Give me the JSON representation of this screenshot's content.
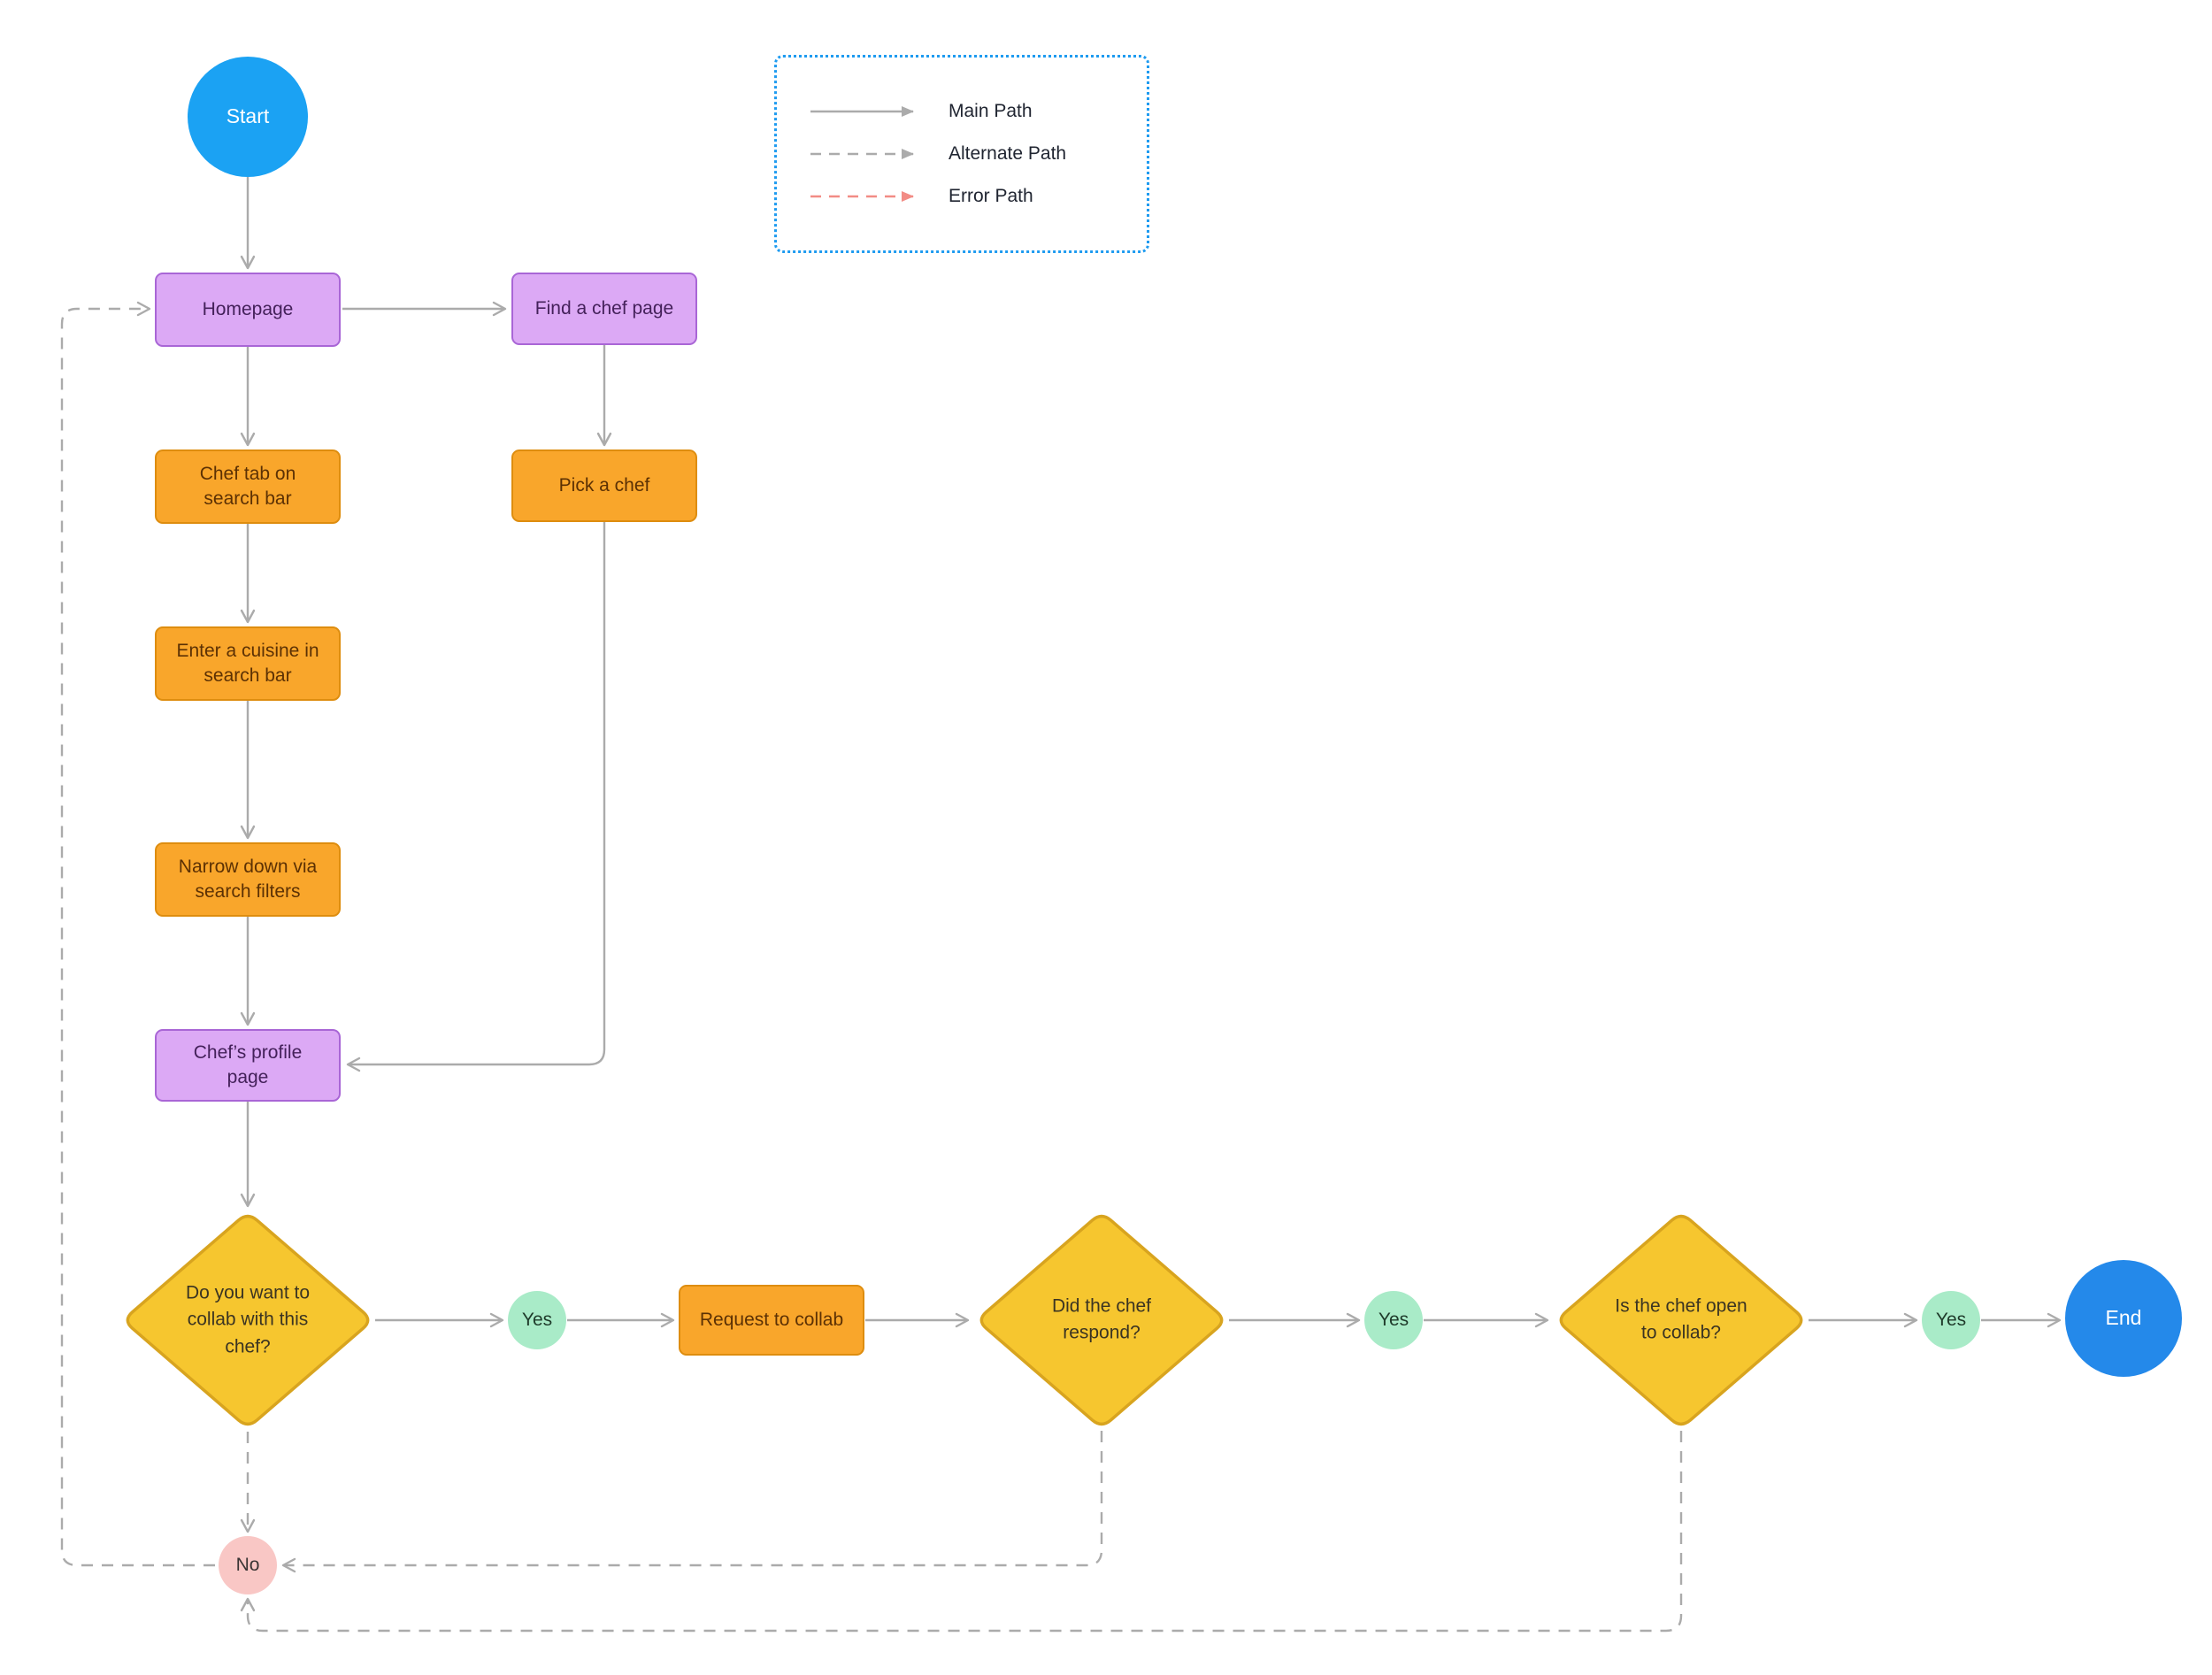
{
  "diagram": {
    "type": "flowchart",
    "background": "#ffffff"
  },
  "nodes": {
    "start": {
      "label": "Start",
      "shape": "circle",
      "color": "#1BA2F3"
    },
    "homepage": {
      "label": "Homepage",
      "shape": "rect",
      "color": "#DCA9F5"
    },
    "find_chef_page": {
      "label": "Find a chef page",
      "shape": "rect",
      "color": "#DCA9F5"
    },
    "chef_tab": {
      "label": "Chef tab on search bar",
      "shape": "rect",
      "color": "#F9A62B"
    },
    "pick_chef": {
      "label": "Pick a chef",
      "shape": "rect",
      "color": "#F9A62B"
    },
    "enter_cuisine": {
      "label": "Enter a cuisine in search bar",
      "shape": "rect",
      "color": "#F9A62B"
    },
    "narrow_down": {
      "label": "Narrow down via search filters",
      "shape": "rect",
      "color": "#F9A62B"
    },
    "profile_page": {
      "label": "Chef’s profile page",
      "shape": "rect",
      "color": "#DCA9F5"
    },
    "decision_collab": {
      "label": "Do you want to collab with this chef?",
      "shape": "diamond",
      "color": "#F6C62F"
    },
    "yes1": {
      "label": "Yes",
      "shape": "circle",
      "color": "#A9EBC8"
    },
    "request_collab": {
      "label": "Request to collab",
      "shape": "rect",
      "color": "#F9A62B"
    },
    "decision_respond": {
      "label": "Did the chef respond?",
      "shape": "diamond",
      "color": "#F6C62F"
    },
    "yes2": {
      "label": "Yes",
      "shape": "circle",
      "color": "#A9EBC8"
    },
    "decision_open": {
      "label": "Is the chef open to collab?",
      "shape": "diamond",
      "color": "#F6C62F"
    },
    "yes3": {
      "label": "Yes",
      "shape": "circle",
      "color": "#A9EBC8"
    },
    "no": {
      "label": "No",
      "shape": "circle",
      "color": "#F9C7C5"
    },
    "end": {
      "label": "End",
      "shape": "circle",
      "color": "#2489EA"
    }
  },
  "legend": {
    "items": [
      {
        "label": "Main Path",
        "style": "solid",
        "color": "#ABABAB"
      },
      {
        "label": "Alternate Path",
        "style": "dashed",
        "color": "#ABABAB"
      },
      {
        "label": "Error Path",
        "style": "dashed",
        "color": "#F28C85"
      }
    ],
    "border_color": "#1E9BF0"
  },
  "colors": {
    "connector_gray": "#ABABAB",
    "error_red": "#F28C85",
    "page_purple_fill": "#DCA9F5",
    "page_purple_border": "#A966D6",
    "action_orange_fill": "#F9A62B",
    "action_orange_border": "#DE8D0F",
    "decision_yellow_fill": "#F6C62F",
    "decision_yellow_border": "#D8A41F",
    "yes_green": "#A9EBC8",
    "no_pink": "#F9C7C5",
    "start_blue": "#1BA2F3",
    "end_blue": "#2489EA"
  }
}
